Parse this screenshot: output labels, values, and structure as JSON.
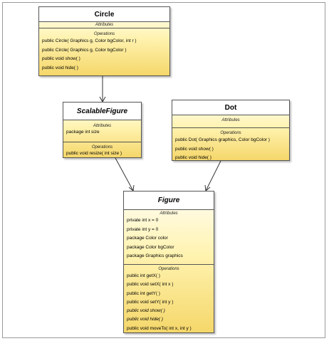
{
  "diagram": {
    "section_labels": {
      "attributes": "Attributes",
      "operations": "Operations"
    },
    "classes": {
      "circle": {
        "name": "Circle",
        "attributes": [],
        "operations": [
          {
            "text": "public Circle( Graphics g, Color bgColor, int r )",
            "italic": false
          },
          {
            "text": "public Circle( Graphics g, Color bgColor )",
            "italic": false
          },
          {
            "text": "public void  show(  )",
            "italic": false
          },
          {
            "text": "public void  hide(  )",
            "italic": false
          }
        ]
      },
      "scalable": {
        "name": "ScalableFigure",
        "attributes": [
          {
            "text": "package int size",
            "italic": false
          }
        ],
        "operations": [
          {
            "text": "public void  resize( int size )",
            "italic": false
          }
        ]
      },
      "dot": {
        "name": "Dot",
        "attributes": [],
        "operations": [
          {
            "text": "public Dot( Graphics graphics, Color bgColor )",
            "italic": false
          },
          {
            "text": "public void  show(  )",
            "italic": false
          },
          {
            "text": "public void  hide(  )",
            "italic": false
          }
        ]
      },
      "figure": {
        "name": "Figure",
        "attributes": [
          {
            "text": "private int x = 0",
            "italic": false
          },
          {
            "text": "private int y = 0",
            "italic": false
          },
          {
            "text": "package Color color",
            "italic": false
          },
          {
            "text": "package Color bgColor",
            "italic": false
          },
          {
            "text": "package Graphics graphics",
            "italic": false
          }
        ],
        "operations": [
          {
            "text": "public int  getX(  )",
            "italic": false
          },
          {
            "text": "public void  setX( int x )",
            "italic": false
          },
          {
            "text": "public int  getY(  )",
            "italic": false
          },
          {
            "text": "public void  setY( int y )",
            "italic": false
          },
          {
            "text": "public void  show(  )",
            "italic": true
          },
          {
            "text": "public void  hide(  )",
            "italic": true
          },
          {
            "text": "public void  moveTo( int x, int y )",
            "italic": false
          }
        ]
      }
    }
  }
}
